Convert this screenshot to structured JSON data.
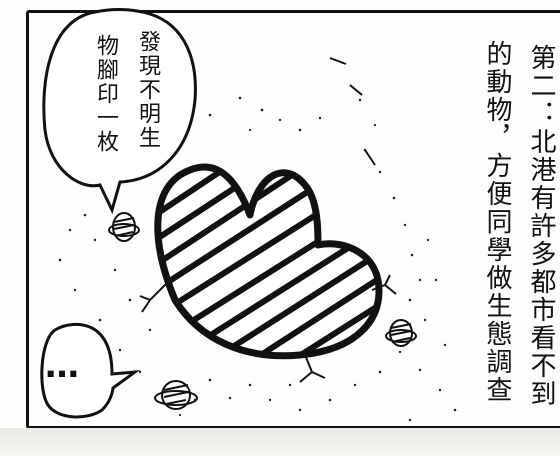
{
  "narration": {
    "columns": [
      "第二：北港有許多都市看不到",
      "的動物，方便同學做生態調查"
    ]
  },
  "speech_bubble": {
    "columns": [
      "發現不明生",
      "物腳印一枚"
    ]
  },
  "small_bubble": {
    "text": "…"
  }
}
